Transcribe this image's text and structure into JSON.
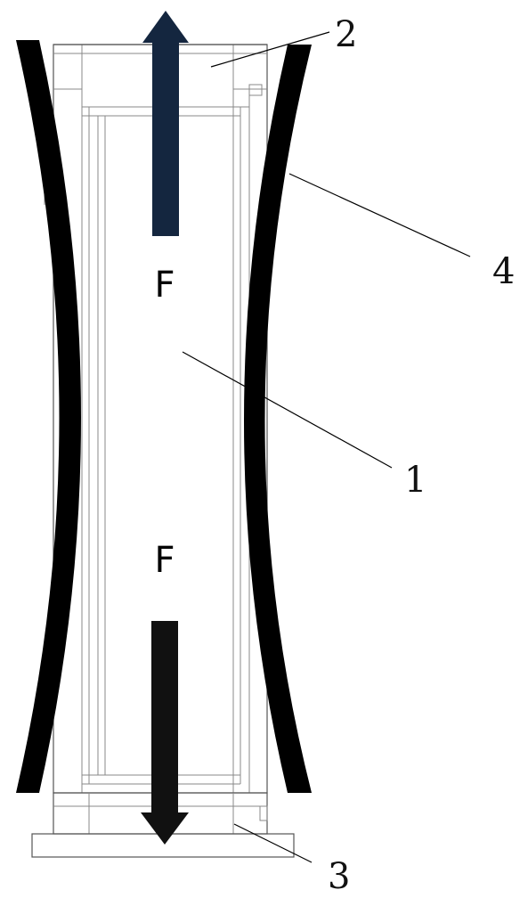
{
  "labels": {
    "callout_1": "1",
    "callout_2": "2",
    "callout_3": "3",
    "callout_4": "4",
    "force_top": "F",
    "force_bottom": "F"
  },
  "colors": {
    "arrow_up": "#14263f",
    "arrow_down": "#111111",
    "plates": "#000000",
    "lines": "#555555"
  }
}
